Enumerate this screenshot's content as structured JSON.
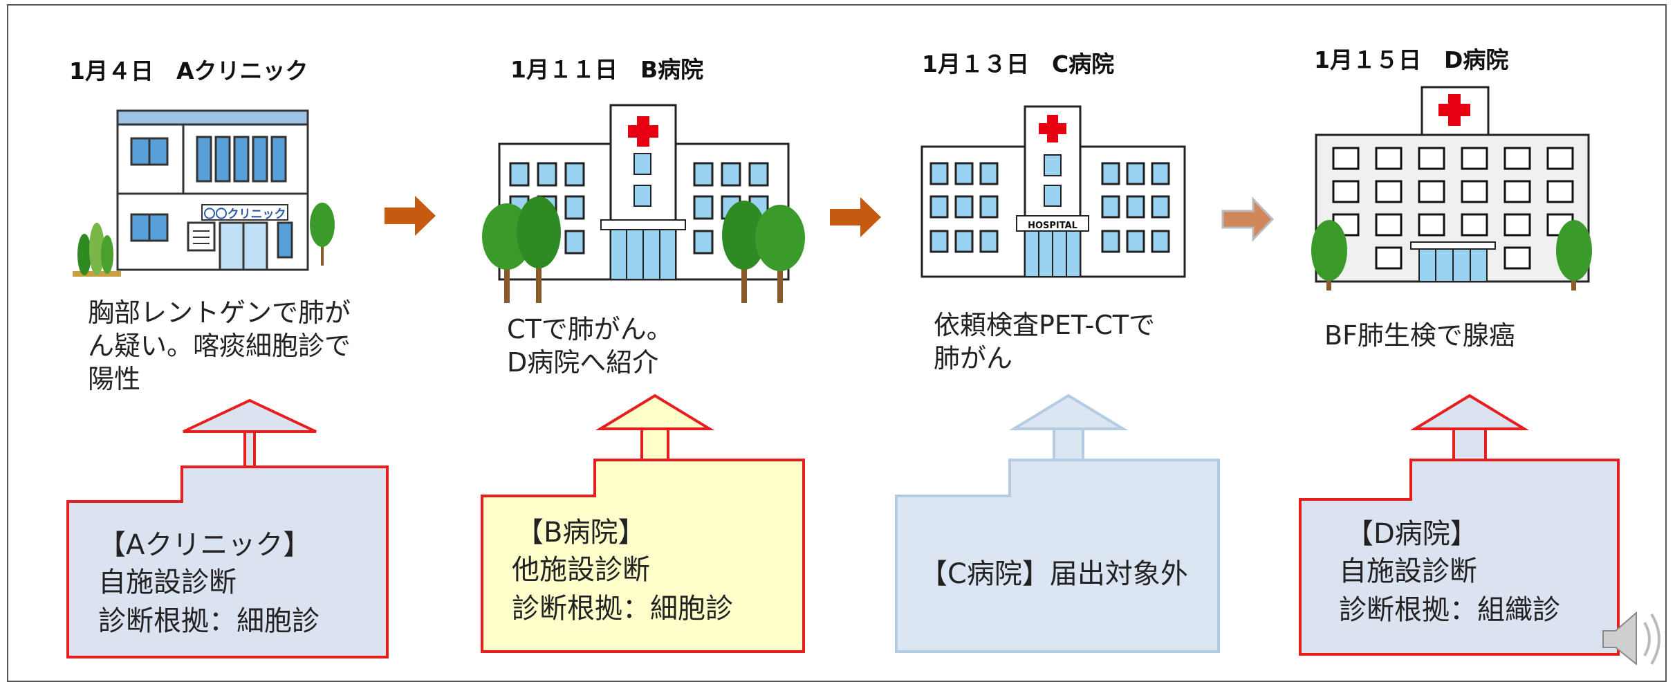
{
  "steps": [
    {
      "date": "1月４日　Aクリニック",
      "sign": "〇〇クリニック",
      "finding": "胸部レントゲンで肺が\nん疑い。喀痰細胞診で\n陽性",
      "box": {
        "title": "【Aクリニック】",
        "lines": "自施設診断\n診断根拠：細胞診",
        "fill": "#dce3f0",
        "border": "#e61e1e"
      }
    },
    {
      "date": "1月１１日　B病院",
      "finding": "CTで肺がん。\nD病院へ紹介",
      "box": {
        "title": "【B病院】",
        "lines": "他施設診断\n診断根拠：細胞診",
        "fill": "#ffffcc",
        "border": "#e61e1e"
      }
    },
    {
      "date": "1月１３日　C病院",
      "sign": "HOSPITAL",
      "finding": "依頼検査PET-CTで\n肺がん",
      "box": {
        "title": "",
        "lines": "【C病院】届出対象外",
        "fill": "#dce6f2",
        "border": "#b4cbe2"
      }
    },
    {
      "date": "1月１５日　D病院",
      "finding": "BF肺生検で腺癌",
      "box": {
        "title": "【D病院】",
        "lines": "自施設診断\n診断根拠：組織診",
        "fill": "#dce3f0",
        "border": "#e61e1e"
      }
    }
  ],
  "colors": {
    "flow_arrow": "#c55a11",
    "flow_arrow_light": "#d0875a"
  }
}
